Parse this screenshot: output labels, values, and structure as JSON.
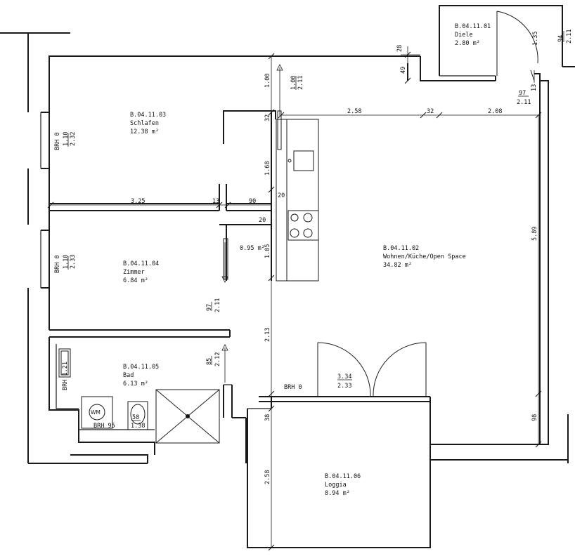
{
  "rooms": {
    "schlafen": {
      "id": "B.04.11.03",
      "name": "Schlafen",
      "area": "12.38 m²"
    },
    "zimmer": {
      "id": "B.04.11.04",
      "name": "Zimmer",
      "area": "6.84 m²"
    },
    "bad": {
      "id": "B.04.11.05",
      "name": "Bad",
      "area": "6.13 m²"
    },
    "wohnen": {
      "id": "B.04.11.02",
      "name": "Wohnen/Küche/Open Space",
      "area": "34.82 m²"
    },
    "diele": {
      "id": "B.04.11.01",
      "name": "Diele",
      "area": "2.80 m²"
    },
    "loggia": {
      "id": "B.04.11.06",
      "name": "Loggia",
      "area": "8.94 m²"
    },
    "abstell": {
      "area": "0.95 m²"
    }
  },
  "windows": {
    "schlafen": {
      "brh": "BRH 0",
      "w": "1.10",
      "h": "2.32"
    },
    "zimmer": {
      "brh": "BRH 0",
      "w": "1.10",
      "h": "2.33"
    },
    "bad": {
      "brh": "BRH 1.21"
    },
    "loggia_door": {
      "brh": "BRH 0",
      "w": "3.34",
      "h": "2.33"
    }
  },
  "doors": {
    "schlafen": {
      "w": "1.00",
      "h": "2.11"
    },
    "zimmer": {
      "w": "97",
      "h": "2.11"
    },
    "bad": {
      "w": "85",
      "h": "2.12"
    },
    "entrance": {
      "w": "97",
      "h": "2.11"
    },
    "diele": {
      "w": "94",
      "h": "2.11"
    }
  },
  "fixtures": {
    "washer": {
      "label": "WM",
      "brh": "BRH 95"
    },
    "wc": {
      "w": "58",
      "h": "1.38"
    }
  },
  "dimensions": {
    "d100": "1.00",
    "d32a": "32",
    "d168": "1.68",
    "d20a": "20",
    "d20b": "20",
    "d105": "1.05",
    "d213": "2.13",
    "d38": "38",
    "d258v": "2.58",
    "d325": "3.25",
    "d13a": "13",
    "d90": "90",
    "d258h": "2.58",
    "d32b": "32",
    "d208": "2.08",
    "d589": "5.89",
    "d98": "98",
    "d28": "28",
    "d49": "49",
    "d13b": "13",
    "d135": "1.35"
  }
}
